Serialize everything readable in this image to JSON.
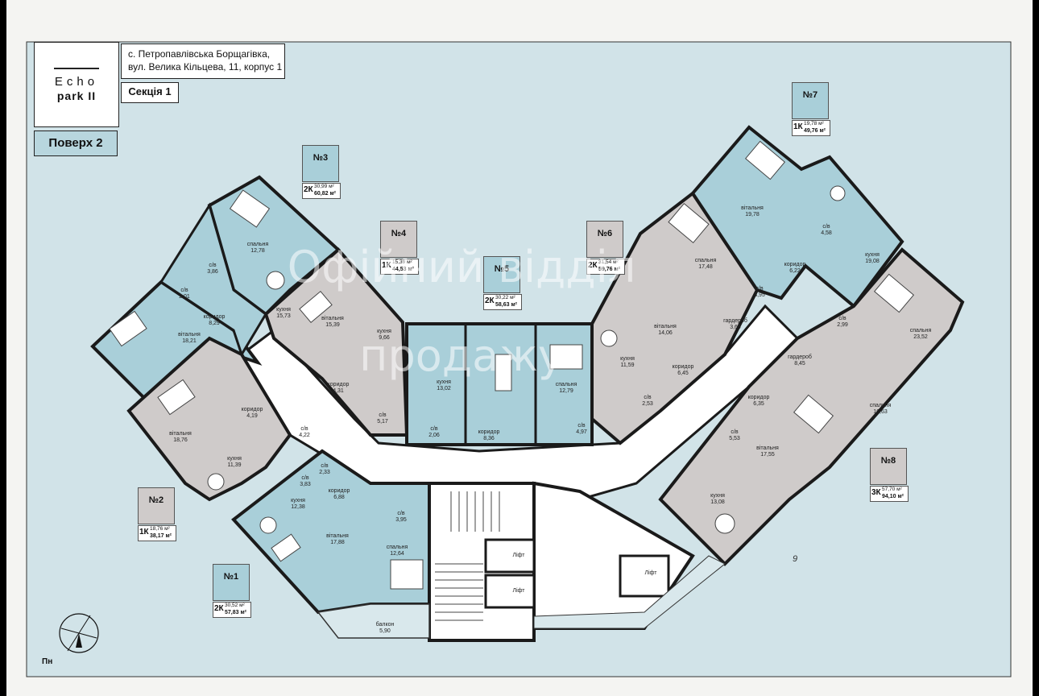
{
  "brand": {
    "line1": "Echo",
    "line2": "park II"
  },
  "address": {
    "line1": "с. Петропавлівська Борщагівка,",
    "line2": "вул. Велика Кільцева, 11, корпус 1"
  },
  "section_label": "Секція 1",
  "floor_label": "Поверх 2",
  "watermark": {
    "line1": "Офійний відділ",
    "line2": "продажу"
  },
  "apartments": [
    {
      "num": "№1",
      "rooms": "2К",
      "living": "30,52 м²",
      "total": "57,83 м²",
      "color": "blue"
    },
    {
      "num": "№2",
      "rooms": "1К",
      "living": "18,76 м²",
      "total": "38,17 м²",
      "color": "grey"
    },
    {
      "num": "№3",
      "rooms": "2К",
      "living": "30,99 м²",
      "total": "60,82 м²",
      "color": "blue"
    },
    {
      "num": "№4",
      "rooms": "1К",
      "living": "15,39 м²",
      "total": "44,53 м²",
      "color": "grey"
    },
    {
      "num": "№5",
      "rooms": "2К",
      "living": "30,22 м²",
      "total": "58,63 м²",
      "color": "blue"
    },
    {
      "num": "№6",
      "rooms": "2К",
      "living": "31,54 м²",
      "total": "59,76 м²",
      "color": "grey"
    },
    {
      "num": "№7",
      "rooms": "1К",
      "living": "19,78 м²",
      "total": "49,76 м²",
      "color": "blue"
    },
    {
      "num": "№8",
      "rooms": "3К",
      "living": "57,70 м²",
      "total": "94,10 м²",
      "color": "grey"
    }
  ],
  "rooms": [
    {
      "name": "спальня",
      "area": "12,78"
    },
    {
      "name": "с/в",
      "area": "3,86"
    },
    {
      "name": "с/в",
      "area": "2,01"
    },
    {
      "name": "коридор",
      "area": "8,29"
    },
    {
      "name": "кухня",
      "area": "15,73"
    },
    {
      "name": "вітальня",
      "area": "18,21"
    },
    {
      "name": "вітальня",
      "area": "15,39"
    },
    {
      "name": "кухня",
      "area": "9,66"
    },
    {
      "name": "коридор",
      "area": "4,31"
    },
    {
      "name": "с/в",
      "area": "5,17"
    },
    {
      "name": "кухня",
      "area": "13,02"
    },
    {
      "name": "с/в",
      "area": "2,06"
    },
    {
      "name": "коридор",
      "area": "8,36"
    },
    {
      "name": "спальня",
      "area": "12,79"
    },
    {
      "name": "с/в",
      "area": "4,97"
    },
    {
      "name": "спальня",
      "area": "17,48"
    },
    {
      "name": "вітальня",
      "area": "14,06"
    },
    {
      "name": "кухня",
      "area": "11,59"
    },
    {
      "name": "коридор",
      "area": "6,45"
    },
    {
      "name": "с/в",
      "area": "2,53"
    },
    {
      "name": "с/в",
      "area": "3,95"
    },
    {
      "name": "гардероб",
      "area": "3,69"
    },
    {
      "name": "вітальня",
      "area": "19,78"
    },
    {
      "name": "с/в",
      "area": "4,58"
    },
    {
      "name": "кухня",
      "area": "19,08"
    },
    {
      "name": "коридор",
      "area": "6,22"
    },
    {
      "name": "спальня",
      "area": "23,52"
    },
    {
      "name": "с/в",
      "area": "2,99"
    },
    {
      "name": "гардероб",
      "area": "8,45"
    },
    {
      "name": "спальня",
      "area": "16,63"
    },
    {
      "name": "коридор",
      "area": "6,35"
    },
    {
      "name": "с/в",
      "area": "5,53"
    },
    {
      "name": "вітальня",
      "area": "17,55"
    },
    {
      "name": "кухня",
      "area": "13,08"
    },
    {
      "name": "вітальня",
      "area": "18,76"
    },
    {
      "name": "коридор",
      "area": "4,19"
    },
    {
      "name": "с/в",
      "area": "4,22"
    },
    {
      "name": "кухня",
      "area": "11,39"
    },
    {
      "name": "с/в",
      "area": "2,33"
    },
    {
      "name": "с/в",
      "area": "3,83"
    },
    {
      "name": "кухня",
      "area": "12,38"
    },
    {
      "name": "коридор",
      "area": "6,88"
    },
    {
      "name": "вітальня",
      "area": "17,88"
    },
    {
      "name": "с/в",
      "area": "3,95"
    },
    {
      "name": "спальня",
      "area": "12,64"
    },
    {
      "name": "балкон",
      "area": "5,90"
    }
  ],
  "lift_label": "Ліфт",
  "plot_number": "9",
  "compass_label": "Пн",
  "colors": {
    "unit_blue": "#a9cfd9",
    "unit_grey": "#cfcbca",
    "site_bg": "#d1e3e8",
    "corridor": "#ffffff",
    "wall": "#1a1a1a"
  }
}
